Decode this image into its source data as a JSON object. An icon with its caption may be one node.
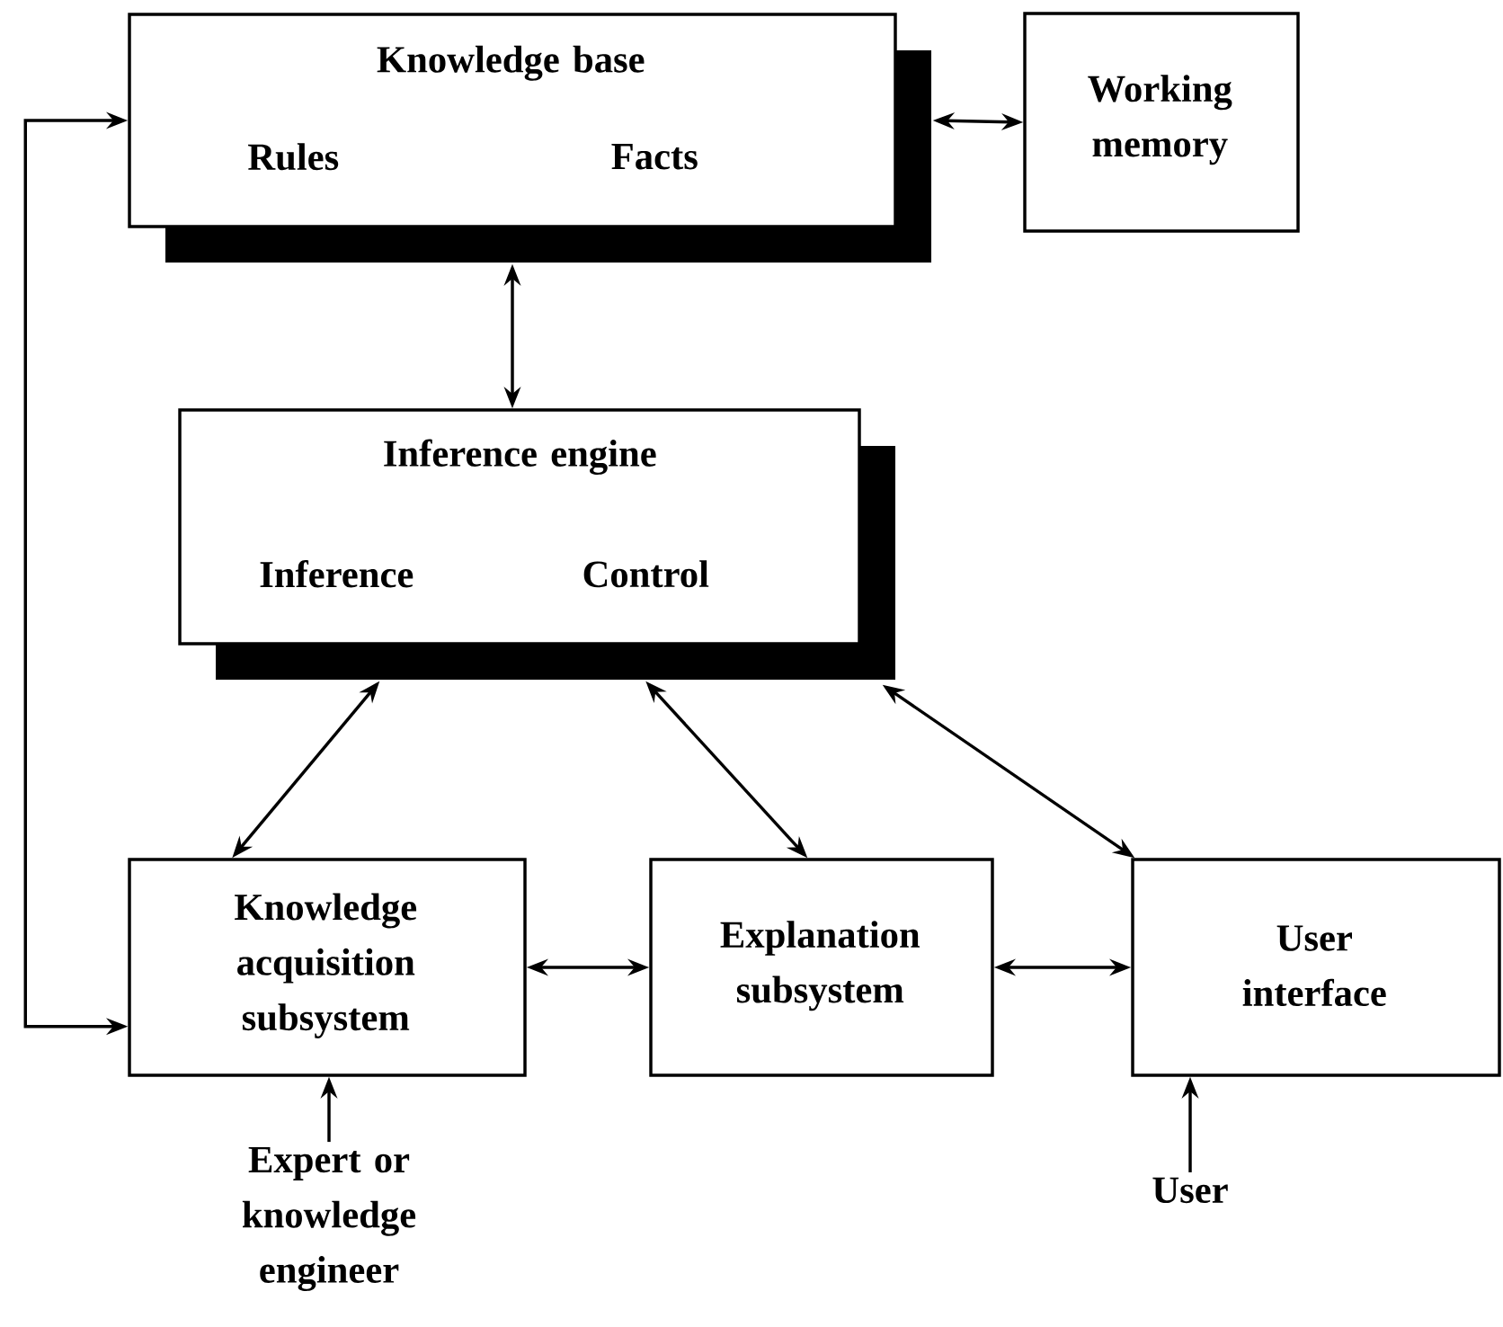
{
  "diagram": {
    "nodes": [
      {
        "text": [
          "Knowledge base",
          "Rules",
          "Facts"
        ]
      },
      {
        "text": [
          "Working memory"
        ]
      },
      {
        "text": [
          "Inference engine",
          "Inference",
          "Control"
        ]
      },
      {
        "text": [
          "Knowledge acquisition subsystem"
        ]
      },
      {
        "text": [
          "Explanation subsystem"
        ]
      },
      {
        "text": [
          "User interface"
        ]
      },
      {
        "text": [
          "Expert or knowledge engineer"
        ]
      },
      {
        "text": [
          "User"
        ]
      }
    ],
    "edges": [
      {
        "from": 0,
        "to": 1,
        "arrow": "both"
      },
      {
        "from": 0,
        "to": 2,
        "arrow": "both"
      },
      {
        "from": 2,
        "to": 3,
        "arrow": "both"
      },
      {
        "from": 2,
        "to": 4,
        "arrow": "both"
      },
      {
        "from": 2,
        "to": 5,
        "arrow": "both"
      },
      {
        "from": 3,
        "to": 4,
        "arrow": "both"
      },
      {
        "from": 4,
        "to": 5,
        "arrow": "both"
      },
      {
        "from": 6,
        "to": 3,
        "arrow": "to"
      },
      {
        "from": 7,
        "to": 5,
        "arrow": "to"
      },
      {
        "from": 0,
        "to": 3,
        "arrow": "both"
      }
    ]
  }
}
